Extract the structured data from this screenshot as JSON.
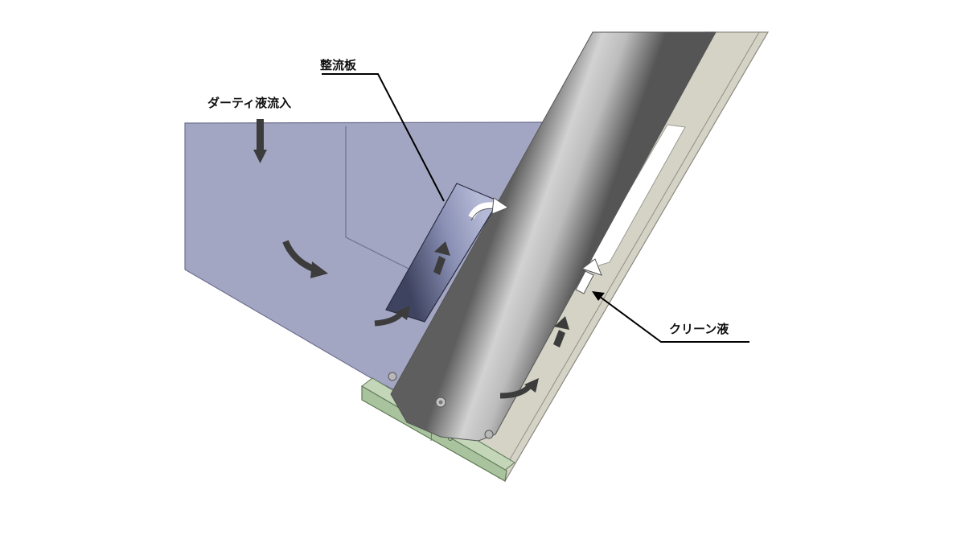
{
  "labels": {
    "dirty_inflow": "ダーティ液流入",
    "baffle": "整流板",
    "clean_liquid": "クリーン液"
  },
  "colors": {
    "tank_fill": "#a3a6c2",
    "tank_stroke": "#6e7090",
    "housing_fill": "#d4d3c6",
    "housing_stroke": "#8a8a80",
    "pipe_light": "#cfcfcf",
    "pipe_dark": "#545454",
    "baffle_light": "#9aa0c4",
    "baffle_dark": "#3e4360",
    "flange_fill": "#a9c39e",
    "flange_stroke": "#5f7a56",
    "arrow_dark": "#3c3c3c",
    "arrow_light": "#ffffff",
    "leader_line": "#000000"
  }
}
